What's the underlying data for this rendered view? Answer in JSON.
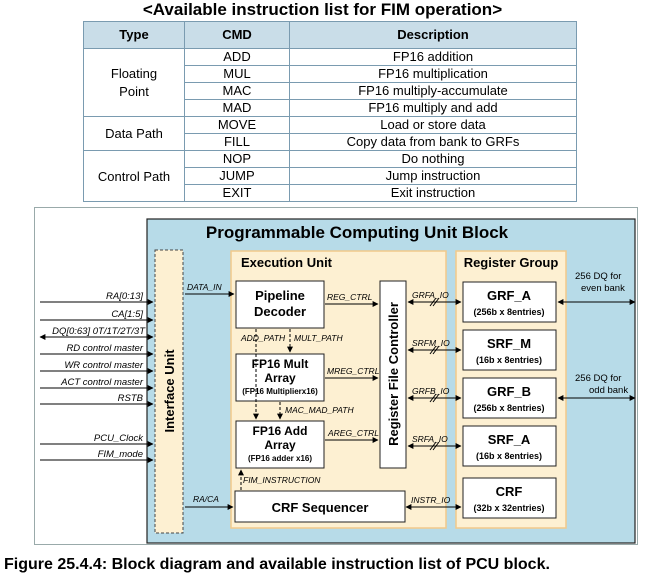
{
  "table": {
    "title": "<Available instruction list for FIM operation>",
    "headers": [
      "Type",
      "CMD",
      "Description"
    ],
    "groups": [
      {
        "type": "Floating Point",
        "rows": [
          {
            "cmd": "ADD",
            "desc": "FP16 addition"
          },
          {
            "cmd": "MUL",
            "desc": "FP16 multiplication"
          },
          {
            "cmd": "MAC",
            "desc": "FP16 multiply-accumulate"
          },
          {
            "cmd": "MAD",
            "desc": "FP16 multiply and add"
          }
        ]
      },
      {
        "type": "Data Path",
        "rows": [
          {
            "cmd": "MOVE",
            "desc": "Load or store data"
          },
          {
            "cmd": "FILL",
            "desc": "Copy data from bank to GRFs"
          }
        ]
      },
      {
        "type": "Control Path",
        "rows": [
          {
            "cmd": "NOP",
            "desc": "Do nothing"
          },
          {
            "cmd": "JUMP",
            "desc": "Jump instruction"
          },
          {
            "cmd": "EXIT",
            "desc": "Exit instruction"
          }
        ]
      }
    ]
  },
  "diagram": {
    "block_title": "Programmable Computing Unit Block",
    "interface_unit": "Interface Unit",
    "execution_unit": "Execution Unit",
    "register_group": "Register Group",
    "register_file_controller": "Register File Controller",
    "pipeline_decoder": [
      "Pipeline",
      "Decoder"
    ],
    "fp16_mult": [
      "FP16 Mult",
      "Array",
      "(FP16 Multiplierx16)"
    ],
    "fp16_add": [
      "FP16 Add",
      "Array",
      "(FP16 adder x16)"
    ],
    "crf_sequencer": "CRF Sequencer",
    "inputs": [
      "RA[0:13]",
      "CA[1:5]",
      "DQ[0:63] 0T/1T/2T/3T",
      "RD control master",
      "WR control master",
      "ACT control master",
      "RSTB",
      "PCU_Clock",
      "FIM_mode"
    ],
    "signals": {
      "data_in": "DATA_IN",
      "ra_ca": "RA/CA",
      "reg_ctrl": "REG_CTRL",
      "add_path": "ADD_PATH",
      "mult_path": "MULT_PATH",
      "mreg_ctrl": "MREG_CTRL",
      "mac_mad_path": "MAC_MAD_PATH",
      "areg_ctrl": "AREG_CTRL",
      "fim_instruction": "FIM_INSTRUCTION",
      "grfa_io": "GRFA_IO",
      "srfm_io": "SRFM_IO",
      "grfb_io": "GRFB_IO",
      "srfa_io": "SRFA_IO",
      "instr_io": "INSTR_IO"
    },
    "registers": [
      {
        "name": "GRF_A",
        "detail": "(256b x 8entries)"
      },
      {
        "name": "SRF_M",
        "detail": "(16b x 8entries)"
      },
      {
        "name": "GRF_B",
        "detail": "(256b x 8entries)"
      },
      {
        "name": "SRF_A",
        "detail": "(16b x 8entries)"
      },
      {
        "name": "CRF",
        "detail": "(32b x 32entries)"
      }
    ],
    "dq_even": [
      "256 DQ for",
      "even bank"
    ],
    "dq_odd": [
      "256 DQ for",
      "odd bank"
    ]
  },
  "caption": "Figure 25.4.4: Block diagram and available instruction list of PCU block.",
  "colors": {
    "block_bg": "#b7dbe8",
    "unit_bg": "#fdf0d2",
    "unit_border": "#f2c98a",
    "header_bg": "#c9dde8"
  }
}
